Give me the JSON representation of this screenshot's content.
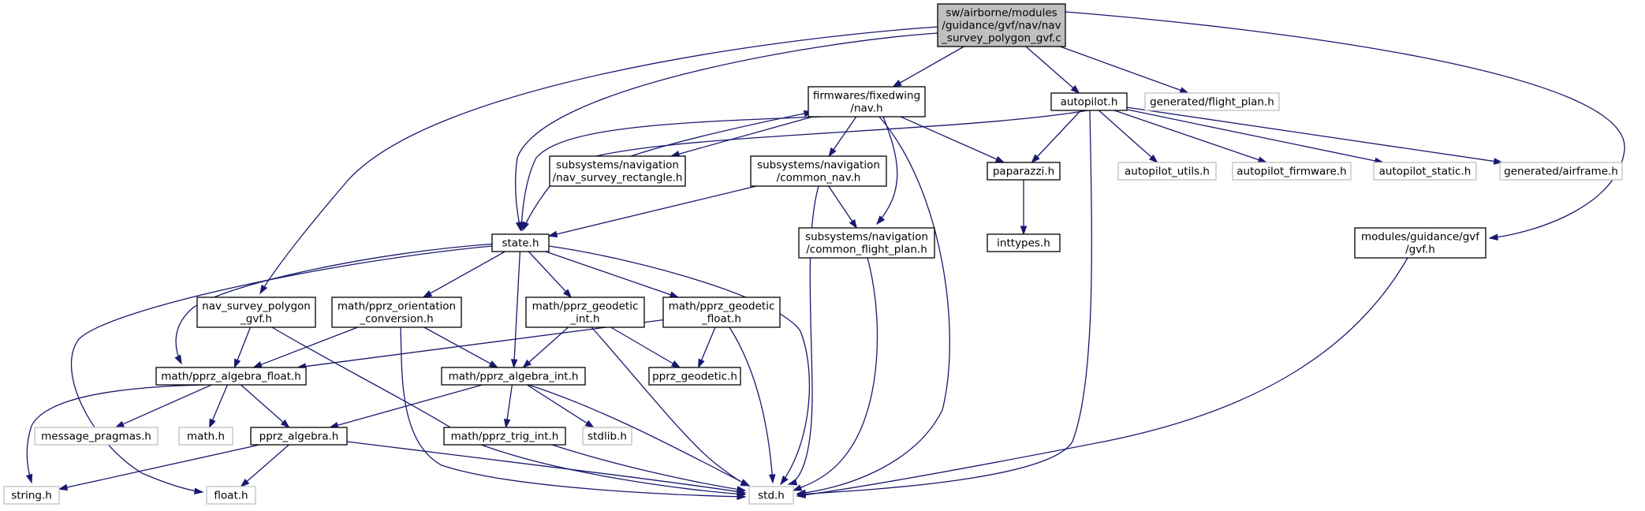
{
  "nodes": [
    {
      "id": "root",
      "kind": "root",
      "lines": [
        "sw/airborne/modules",
        "/guidance/gvf/nav/nav",
        "_survey_polygon_gvf.c"
      ]
    },
    {
      "id": "fixedwing_nav",
      "kind": "internal",
      "lines": [
        "firmwares/fixedwing",
        "/nav.h"
      ]
    },
    {
      "id": "autopilot",
      "kind": "internal",
      "lines": [
        "autopilot.h"
      ]
    },
    {
      "id": "flight_plan",
      "kind": "external",
      "lines": [
        "generated/flight_plan.h"
      ]
    },
    {
      "id": "nav_survey_rect",
      "kind": "internal",
      "lines": [
        "subsystems/navigation",
        "/nav_survey_rectangle.h"
      ]
    },
    {
      "id": "common_nav",
      "kind": "internal",
      "lines": [
        "subsystems/navigation",
        "/common_nav.h"
      ]
    },
    {
      "id": "paparazzi",
      "kind": "internal",
      "lines": [
        "paparazzi.h"
      ]
    },
    {
      "id": "autopilot_utils",
      "kind": "external",
      "lines": [
        "autopilot_utils.h"
      ]
    },
    {
      "id": "autopilot_firmware",
      "kind": "external",
      "lines": [
        "autopilot_firmware.h"
      ]
    },
    {
      "id": "autopilot_static",
      "kind": "external",
      "lines": [
        "autopilot_static.h"
      ]
    },
    {
      "id": "airframe",
      "kind": "external",
      "lines": [
        "generated/airframe.h"
      ]
    },
    {
      "id": "state",
      "kind": "internal",
      "lines": [
        "state.h"
      ]
    },
    {
      "id": "common_flight_plan",
      "kind": "internal",
      "lines": [
        "subsystems/navigation",
        "/common_flight_plan.h"
      ]
    },
    {
      "id": "inttypes",
      "kind": "internal",
      "lines": [
        "inttypes.h"
      ]
    },
    {
      "id": "gvf",
      "kind": "internal",
      "lines": [
        "modules/guidance/gvf",
        "/gvf.h"
      ]
    },
    {
      "id": "nav_survey_polygon_gvf",
      "kind": "internal",
      "lines": [
        "nav_survey_polygon",
        "_gvf.h"
      ]
    },
    {
      "id": "orientation_conv",
      "kind": "internal",
      "lines": [
        "math/pprz_orientation",
        "_conversion.h"
      ]
    },
    {
      "id": "geodetic_int",
      "kind": "internal",
      "lines": [
        "math/pprz_geodetic",
        "_int.h"
      ]
    },
    {
      "id": "geodetic_float",
      "kind": "internal",
      "lines": [
        "math/pprz_geodetic",
        "_float.h"
      ]
    },
    {
      "id": "algebra_float",
      "kind": "internal",
      "lines": [
        "math/pprz_algebra_float.h"
      ]
    },
    {
      "id": "algebra_int",
      "kind": "internal",
      "lines": [
        "math/pprz_algebra_int.h"
      ]
    },
    {
      "id": "pprz_geodetic",
      "kind": "internal",
      "lines": [
        "pprz_geodetic.h"
      ]
    },
    {
      "id": "message_pragmas",
      "kind": "external",
      "lines": [
        "message_pragmas.h"
      ]
    },
    {
      "id": "math",
      "kind": "external",
      "lines": [
        "math.h"
      ]
    },
    {
      "id": "pprz_algebra",
      "kind": "internal",
      "lines": [
        "pprz_algebra.h"
      ]
    },
    {
      "id": "trig_int",
      "kind": "internal",
      "lines": [
        "math/pprz_trig_int.h"
      ]
    },
    {
      "id": "stdlib",
      "kind": "external",
      "lines": [
        "stdlib.h"
      ]
    },
    {
      "id": "string",
      "kind": "external",
      "lines": [
        "string.h"
      ]
    },
    {
      "id": "float",
      "kind": "external",
      "lines": [
        "float.h"
      ]
    },
    {
      "id": "std",
      "kind": "external",
      "lines": [
        "std.h"
      ]
    }
  ],
  "edges": [
    [
      "root",
      "fixedwing_nav"
    ],
    [
      "root",
      "autopilot"
    ],
    [
      "root",
      "flight_plan"
    ],
    [
      "root",
      "state"
    ],
    [
      "root",
      "nav_survey_polygon_gvf"
    ],
    [
      "root",
      "gvf"
    ],
    [
      "fixedwing_nav",
      "nav_survey_rect"
    ],
    [
      "fixedwing_nav",
      "common_nav"
    ],
    [
      "fixedwing_nav",
      "paparazzi"
    ],
    [
      "fixedwing_nav",
      "state"
    ],
    [
      "fixedwing_nav",
      "common_flight_plan"
    ],
    [
      "fixedwing_nav",
      "std"
    ],
    [
      "nav_survey_rect",
      "fixedwing_nav"
    ],
    [
      "autopilot",
      "paparazzi"
    ],
    [
      "autopilot",
      "autopilot_utils"
    ],
    [
      "autopilot",
      "autopilot_firmware"
    ],
    [
      "autopilot",
      "autopilot_static"
    ],
    [
      "autopilot",
      "airframe"
    ],
    [
      "autopilot",
      "state"
    ],
    [
      "autopilot",
      "std"
    ],
    [
      "common_nav",
      "state"
    ],
    [
      "common_nav",
      "common_flight_plan"
    ],
    [
      "common_nav",
      "std"
    ],
    [
      "paparazzi",
      "inttypes"
    ],
    [
      "common_flight_plan",
      "std"
    ],
    [
      "gvf",
      "std"
    ],
    [
      "state",
      "orientation_conv"
    ],
    [
      "state",
      "geodetic_int"
    ],
    [
      "state",
      "geodetic_float"
    ],
    [
      "state",
      "algebra_float"
    ],
    [
      "state",
      "algebra_int"
    ],
    [
      "state",
      "std"
    ],
    [
      "state",
      "float"
    ],
    [
      "nav_survey_polygon_gvf",
      "algebra_float"
    ],
    [
      "nav_survey_polygon_gvf",
      "std"
    ],
    [
      "orientation_conv",
      "algebra_float"
    ],
    [
      "orientation_conv",
      "algebra_int"
    ],
    [
      "orientation_conv",
      "std"
    ],
    [
      "geodetic_int",
      "algebra_int"
    ],
    [
      "geodetic_int",
      "pprz_geodetic"
    ],
    [
      "geodetic_int",
      "std"
    ],
    [
      "geodetic_float",
      "algebra_float"
    ],
    [
      "geodetic_float",
      "pprz_geodetic"
    ],
    [
      "geodetic_float",
      "std"
    ],
    [
      "algebra_float",
      "message_pragmas"
    ],
    [
      "algebra_float",
      "math"
    ],
    [
      "algebra_float",
      "pprz_algebra"
    ],
    [
      "algebra_float",
      "string"
    ],
    [
      "algebra_int",
      "pprz_algebra"
    ],
    [
      "algebra_int",
      "trig_int"
    ],
    [
      "algebra_int",
      "stdlib"
    ],
    [
      "algebra_int",
      "std"
    ],
    [
      "pprz_algebra",
      "string"
    ],
    [
      "pprz_algebra",
      "float"
    ],
    [
      "pprz_algebra",
      "std"
    ],
    [
      "trig_int",
      "std"
    ]
  ]
}
